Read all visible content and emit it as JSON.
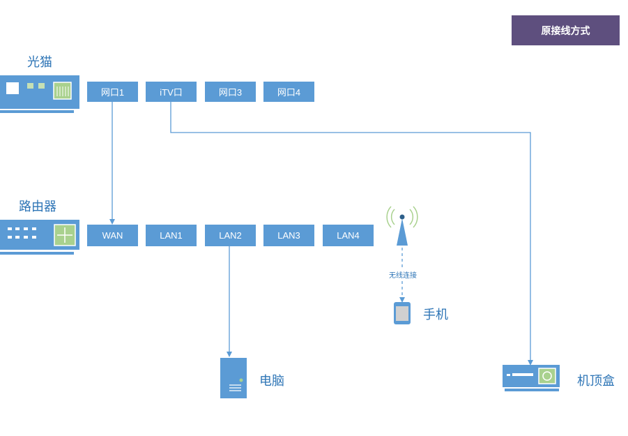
{
  "badge": "原接线方式",
  "devices": {
    "modem": "光猫",
    "router": "路由器",
    "phone": "手机",
    "pc": "电脑",
    "stb": "机顶盒"
  },
  "modem_ports": [
    "网口1",
    "iTV口",
    "网口3",
    "网口4"
  ],
  "router_ports": [
    "WAN",
    "LAN1",
    "LAN2",
    "LAN3",
    "LAN4"
  ],
  "wireless_label": "无线连接",
  "colors": {
    "port": "#5b9bd5",
    "device": "#5b9bd5",
    "line": "#5b9bd5",
    "label": "#2e75b6",
    "badge": "#5e4f7e"
  }
}
